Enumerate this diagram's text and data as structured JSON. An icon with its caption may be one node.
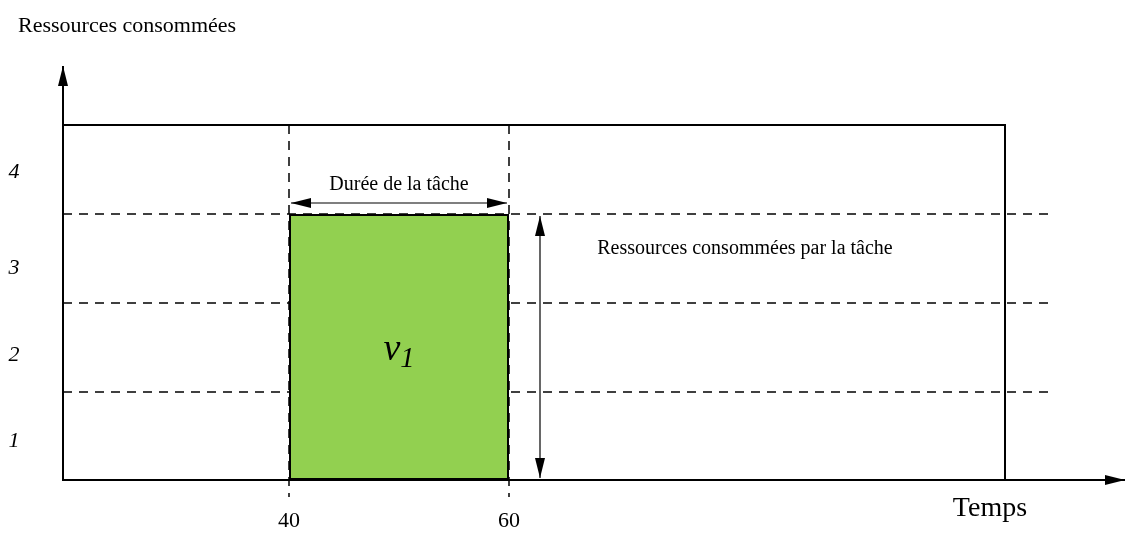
{
  "diagram": {
    "nodes": [
      {
        "text": [
          "v$_{1}$"
        ]
      }
    ],
    "labels": [
      "Ressources consommées",
      "4",
      "Durée de la tâche",
      "3",
      "Ressources consommées par la tâche",
      "2",
      "1",
      "40",
      "60",
      "Temps"
    ]
  }
}
